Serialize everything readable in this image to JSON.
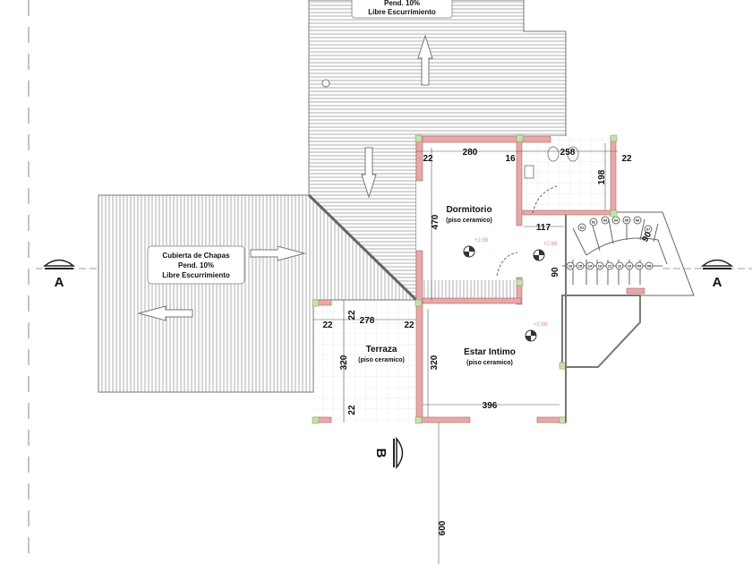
{
  "roof_labels": {
    "top": {
      "line1": "Pend. 10%",
      "line2": "Libre Escurrimiento"
    },
    "left": {
      "line1": "Cubierta de Chapas",
      "line2": "Pend. 10%",
      "line3": "Libre Escurrimiento"
    }
  },
  "rooms": [
    {
      "name": "Dormitorio",
      "floor": "(piso ceramico)"
    },
    {
      "name": "Estar Intimo",
      "floor": "(piso ceramico)"
    },
    {
      "name": "Terraza",
      "floor": "(piso ceramico)"
    }
  ],
  "dimensions": {
    "dorm_width": "280",
    "dorm_wall_left": "22",
    "dorm_wall_mid": "16",
    "bath_width": "258",
    "bath_wall_right": "22",
    "bath_height": "198",
    "dorm_height": "470",
    "hall_width": "117",
    "stair_width_a": "90",
    "stair_width_b": "90",
    "terrace_width": "278",
    "terrace_wall_left": "22",
    "terrace_wall_right": "22",
    "terrace_wall_top": "22",
    "terrace_height": "320",
    "terrace_wall_bottom": "22",
    "estar_height": "320",
    "estar_width": "396",
    "axis_length": "600"
  },
  "levels": [
    "+2.88",
    "+2.88",
    "+2.88"
  ],
  "stairs": {
    "upper": [
      "01",
      "02",
      "03",
      "04",
      "05",
      "06",
      "07"
    ],
    "lower": [
      "16",
      "15",
      "14",
      "13",
      "12",
      "11",
      "10",
      "09",
      "08"
    ]
  },
  "section_marks": {
    "left": "A",
    "right": "A",
    "bottom": "B"
  },
  "colors": {
    "wall": "#e8a8a8",
    "column": "#c8e0b0",
    "line": "#555555",
    "hatch": "#9a9a9a"
  }
}
